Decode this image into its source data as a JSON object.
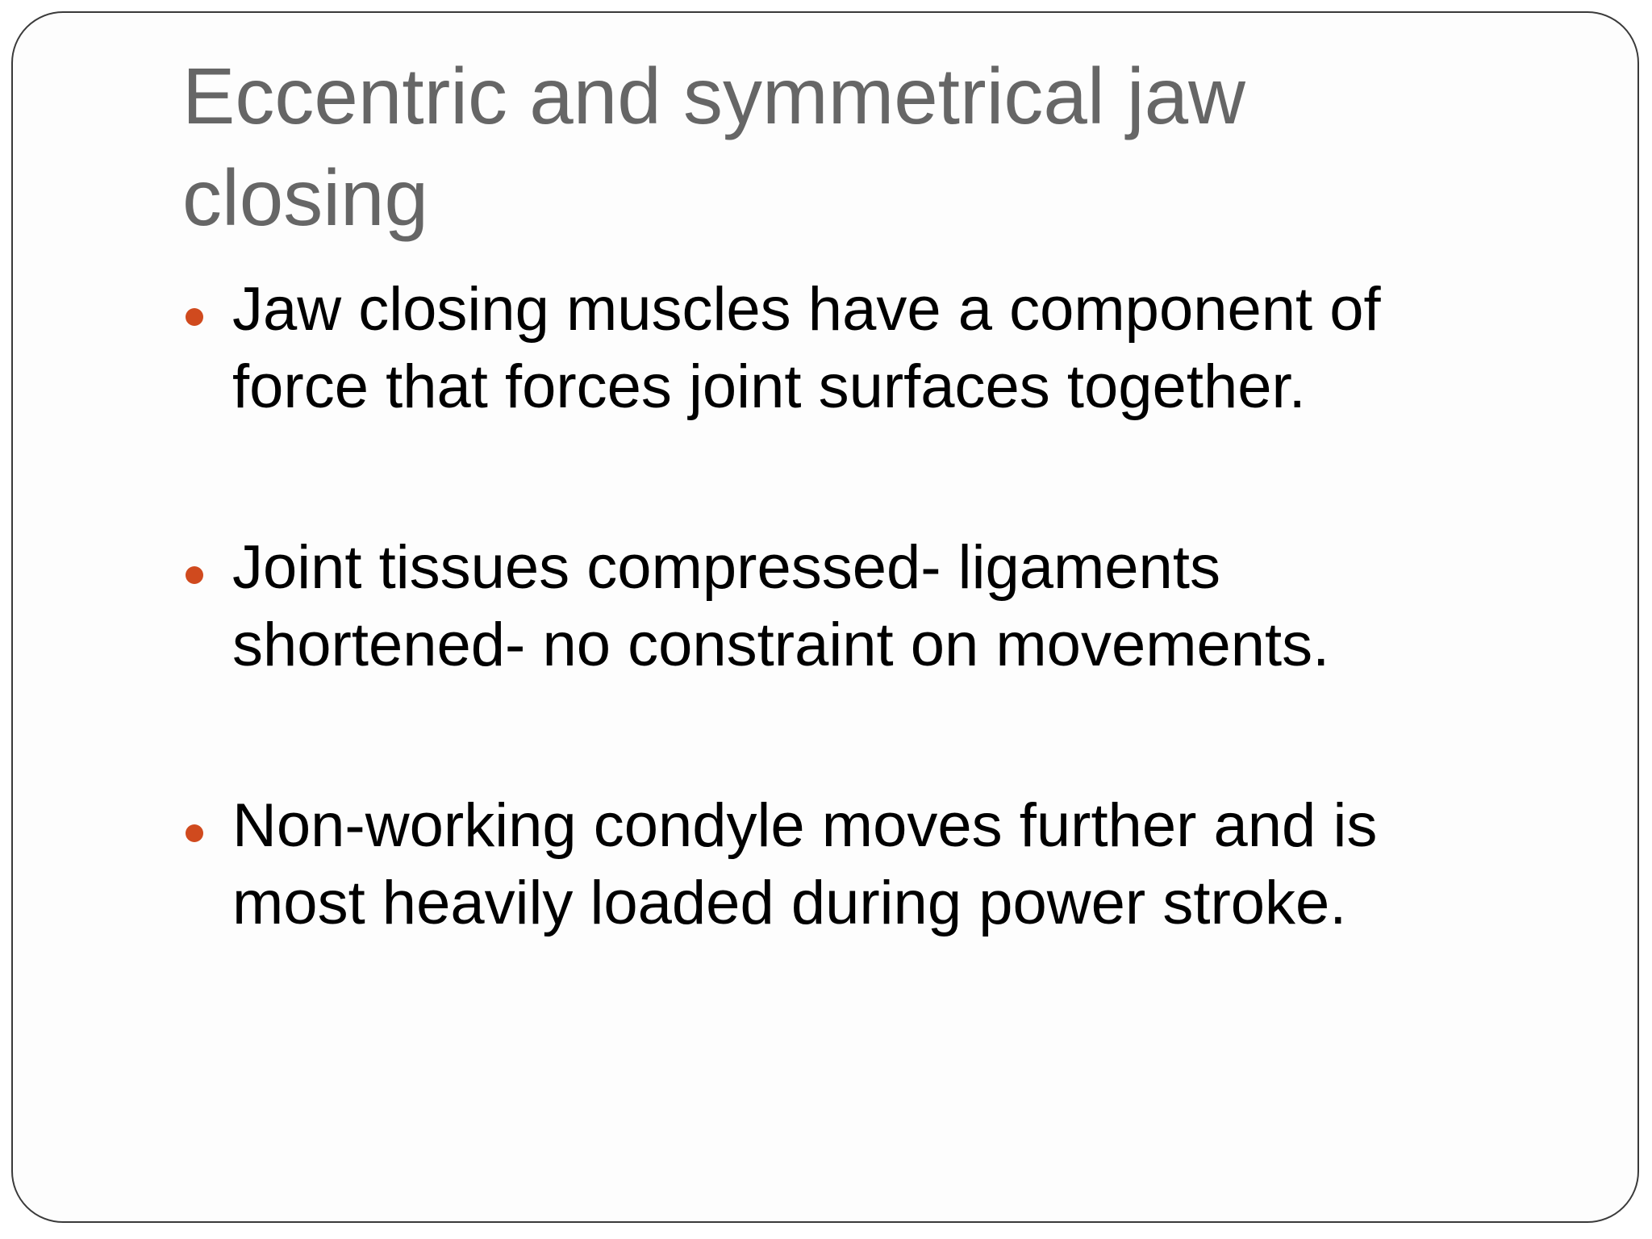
{
  "slide": {
    "title": "Eccentric and symmetrical jaw closing",
    "bullets": [
      {
        "text": "Jaw closing muscles have a component of force that forces joint surfaces together."
      },
      {
        "text": "Joint tissues compressed- ligaments shortened- no constraint on movements."
      },
      {
        "text": "Non-working condyle moves further and is most heavily loaded during power stroke."
      }
    ]
  },
  "colors": {
    "title": "#666666",
    "body_text": "#000000",
    "bullet_accent": "#d04a1e",
    "frame_border": "#3a3a3a"
  }
}
